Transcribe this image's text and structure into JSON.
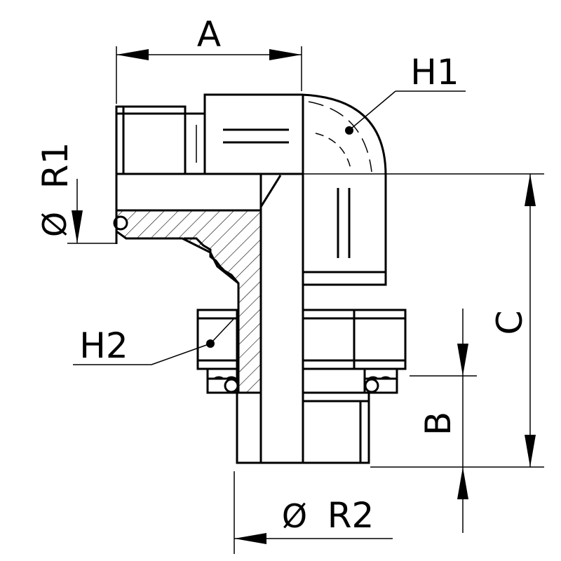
{
  "labels": {
    "A": "A",
    "B": "B",
    "C": "C",
    "H1": "H1",
    "H2": "H2",
    "R1": "R1",
    "R2": "R2",
    "diameter_symbol": "Ø"
  }
}
